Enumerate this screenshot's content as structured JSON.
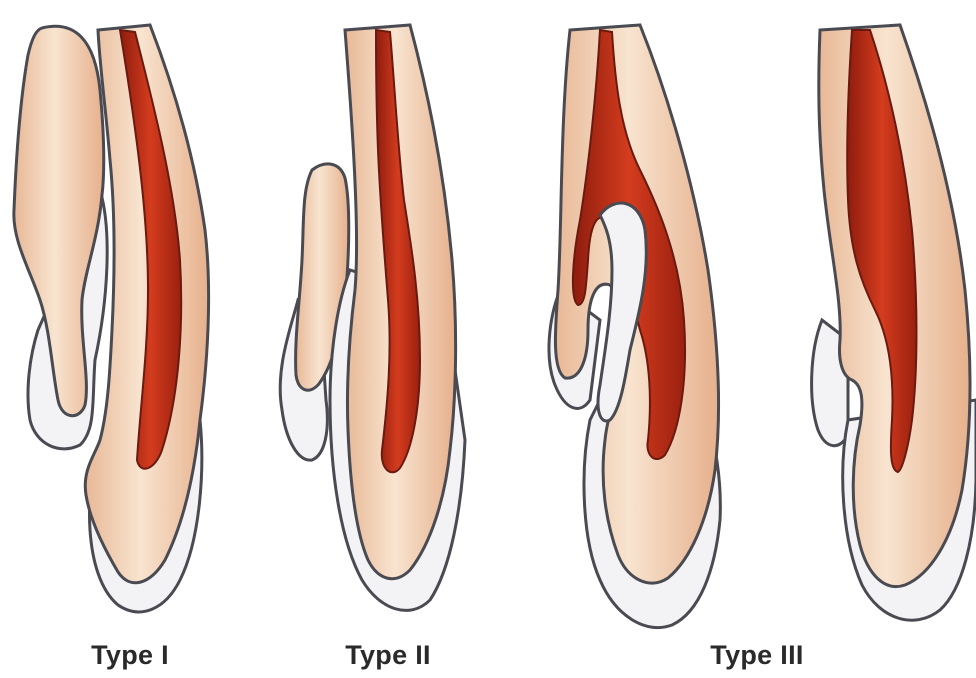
{
  "labels": {
    "type_1": "Type I",
    "type_2": "Type II",
    "type_3": "Type III"
  },
  "colors": {
    "background": "#ffffff",
    "outline": "#4a4a52",
    "dentin": "#f0c9a8",
    "dentin_highlight": "#f8e4d0",
    "pulp": "#c8321a",
    "enamel": "#f3f3f5",
    "label": "#2a2a2a"
  }
}
